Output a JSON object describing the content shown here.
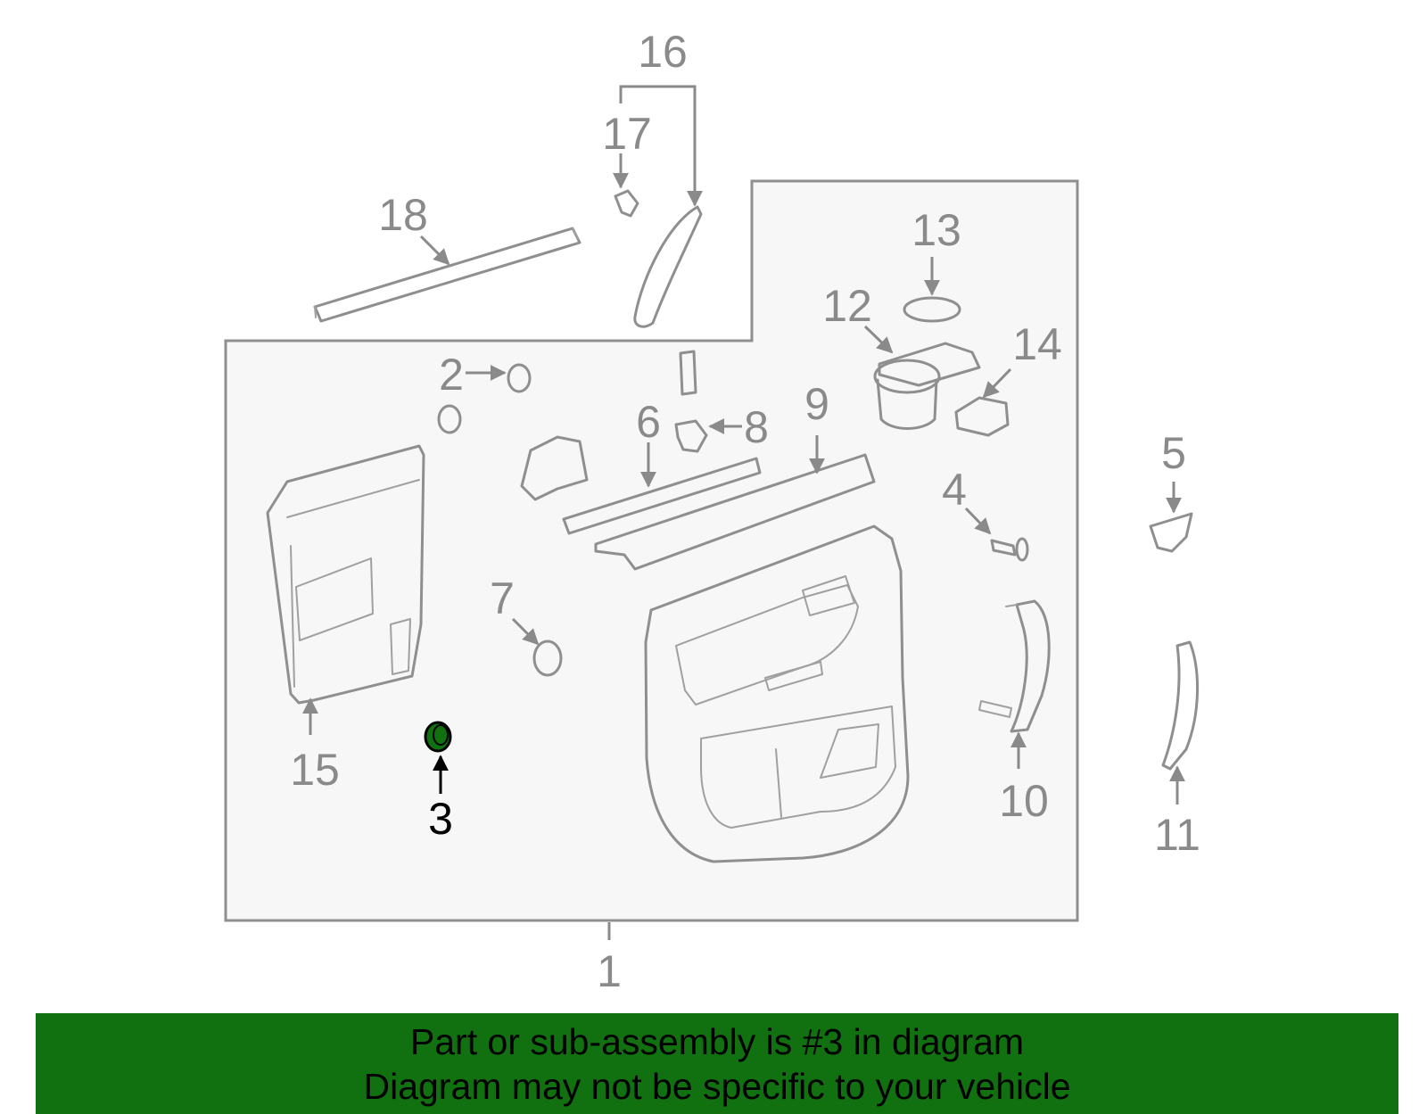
{
  "diagram": {
    "callouts": [
      "1",
      "2",
      "3",
      "4",
      "5",
      "6",
      "7",
      "8",
      "9",
      "10",
      "11",
      "12",
      "13",
      "14",
      "15",
      "16",
      "17",
      "18"
    ],
    "highlighted_part": "3",
    "colors": {
      "highlight": "#11700f",
      "line": "#8f8f8f",
      "panel_bg": "#f7f7f7",
      "banner_bg": "#11700f"
    }
  },
  "banner": {
    "line1": "Part or sub-assembly is #3 in diagram",
    "line2": "Diagram may not be specific to your vehicle"
  }
}
